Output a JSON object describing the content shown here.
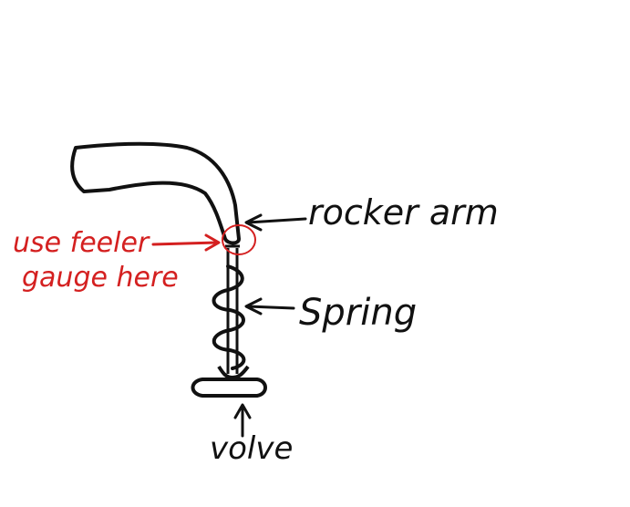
{
  "diagram": {
    "labels": {
      "rocker_arm": "rocker arm",
      "feeler_line1": "use feeler",
      "feeler_line2": "gauge here",
      "spring": "Spring",
      "valve": "volve"
    },
    "colors": {
      "ink": "#111111",
      "annotation": "#d42020",
      "background": "#ffffff"
    }
  }
}
